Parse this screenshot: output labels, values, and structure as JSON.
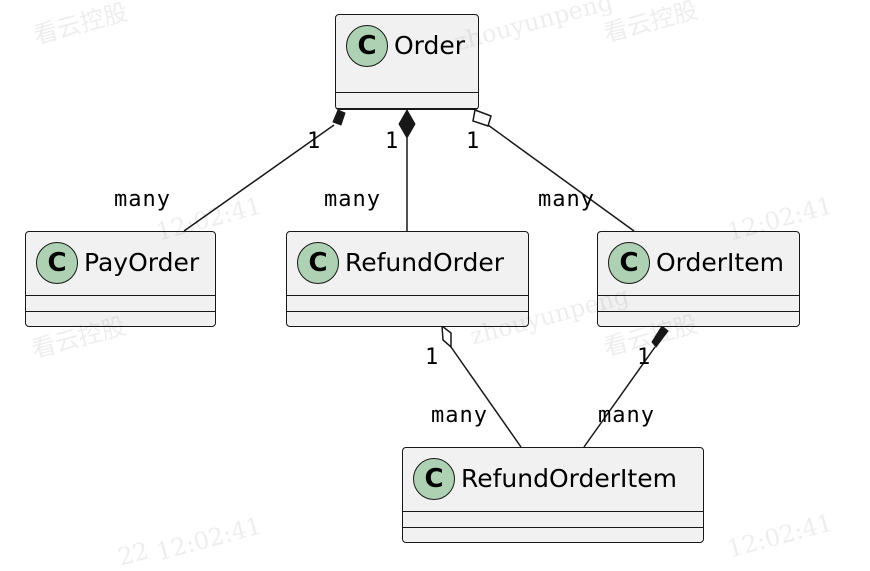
{
  "classes": [
    {
      "id": "order",
      "name": "Order",
      "icon": "C"
    },
    {
      "id": "payorder",
      "name": "PayOrder",
      "icon": "C"
    },
    {
      "id": "refundorder",
      "name": "RefundOrder",
      "icon": "C"
    },
    {
      "id": "orderitem",
      "name": "OrderItem",
      "icon": "C"
    },
    {
      "id": "refundorderitem",
      "name": "RefundOrderItem",
      "icon": "C"
    }
  ],
  "relations": [
    {
      "from": "Order",
      "to": "PayOrder",
      "kind": "composition",
      "from_mult": "1",
      "to_mult": "many"
    },
    {
      "from": "Order",
      "to": "RefundOrder",
      "kind": "composition",
      "from_mult": "1",
      "to_mult": "many"
    },
    {
      "from": "Order",
      "to": "OrderItem",
      "kind": "aggregation",
      "from_mult": "1",
      "to_mult": "many"
    },
    {
      "from": "RefundOrder",
      "to": "RefundOrderItem",
      "kind": "aggregation",
      "from_mult": "1",
      "to_mult": "many"
    },
    {
      "from": "OrderItem",
      "to": "RefundOrderItem",
      "kind": "composition",
      "from_mult": "1",
      "to_mult": "many"
    }
  ],
  "watermark": {
    "company": "看云控股",
    "user": "zhouyunpeng",
    "time": "12:02:41",
    "date_fragment": "22"
  },
  "colors": {
    "box_fill": "#f1f1f1",
    "border": "#181818",
    "icon_fill": "#add1b2"
  }
}
